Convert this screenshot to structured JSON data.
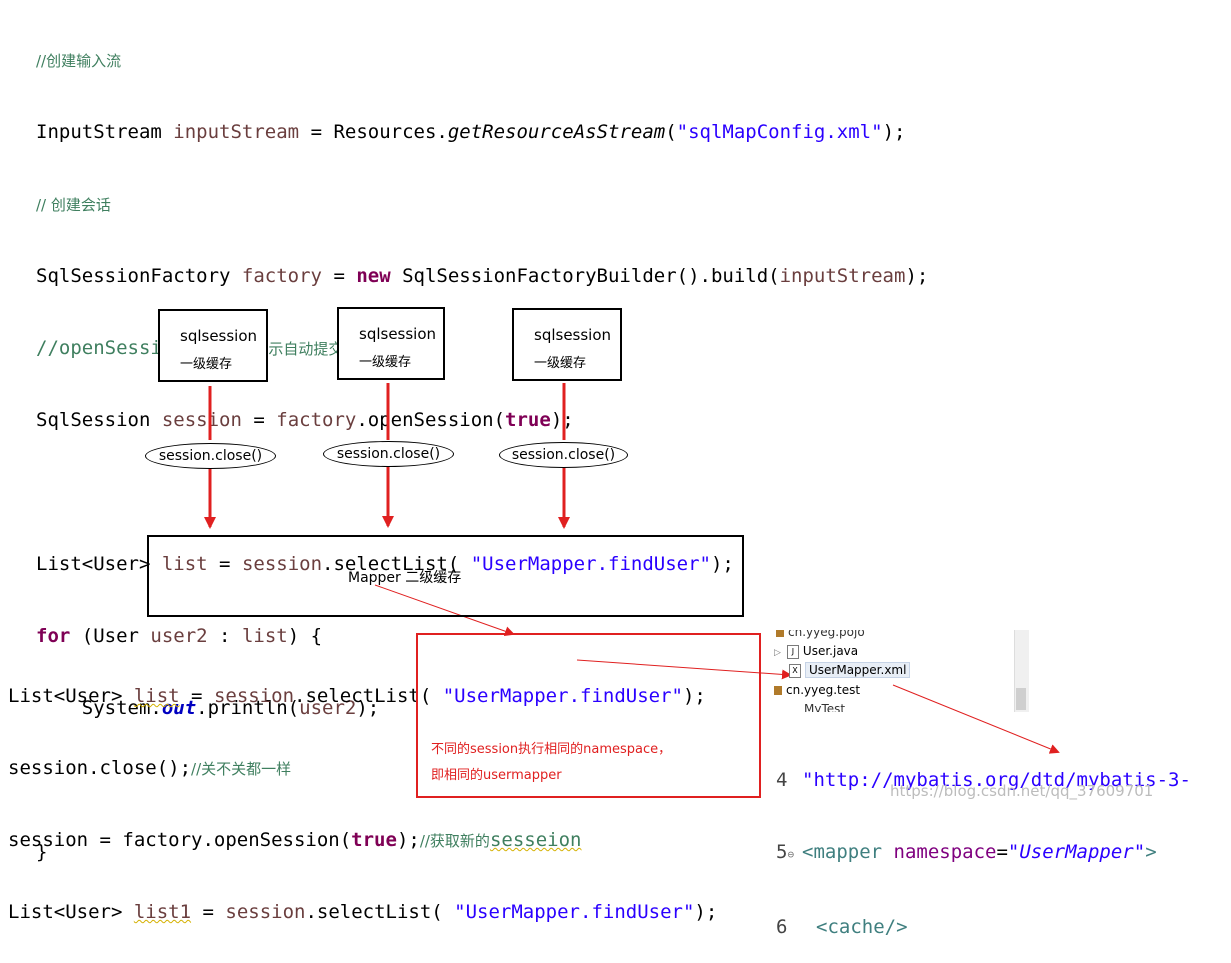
{
  "code_top": {
    "comment1": "//创建输入流",
    "line1": {
      "type": "InputStream",
      "var": "inputStream",
      "eq": " = Resources.",
      "method": "getResourceAsStream",
      "open": "(",
      "str": "\"sqlMapConfig.xml\"",
      "close": ");"
    },
    "comment2": "// 创建会话",
    "line2": {
      "type": "SqlSessionFactory",
      "var": "factory",
      "eq": " = ",
      "kw": "new",
      "rest": " SqlSessionFactoryBuilder().build(",
      "arg": "inputStream",
      "close": ");"
    },
    "comment3_code": "//openSession(true)",
    "comment3_cn": "表示自动提交",
    "line3": {
      "type": "SqlSession",
      "var": "session",
      "eq": " = ",
      "obj": "factory",
      "call": ".openSession(",
      "kw": "true",
      "close": ");"
    },
    "line4": {
      "type": "List<User>",
      "var": "list",
      "eq": " = ",
      "obj": "session",
      "call": ".selectList( ",
      "str": "\"UserMapper.findUser\"",
      "close": ");"
    },
    "line5": {
      "kw": "for",
      "open": " (User ",
      "var": "user2",
      "mid": " : ",
      "var2": "list",
      "close": ") {"
    },
    "line6": {
      "pre": "    System.",
      "field": "out",
      "call": ".println(",
      "var": "user2",
      "close": ");"
    },
    "line7": "}"
  },
  "diagram": {
    "sessions": [
      {
        "title": "sqlsession",
        "subtitle": "一级缓存"
      },
      {
        "title": "sqlsession",
        "subtitle": "一级缓存"
      },
      {
        "title": "sqlsession",
        "subtitle": "一级缓存"
      }
    ],
    "close_label": "session.close()",
    "mapper_label": "Mapper 二级缓存"
  },
  "code_bottom": {
    "line1": {
      "type": "List<User> ",
      "var": "list",
      "eq": " = ",
      "obj": "session",
      "call": ".selectList( ",
      "str": "\"UserMapper.findUser\"",
      "close": ");"
    },
    "line2": {
      "code": "session.close();",
      "comment": "//关不关都一样"
    },
    "line3": {
      "pre": "session = factory.openSession(",
      "kw": "true",
      "mid": ");",
      "comment": "//获取新的",
      "comment2": "sesseion"
    },
    "line4": {
      "type": "List<User> ",
      "var": "list1",
      "eq": " = ",
      "obj": "session",
      "call": ".selectList( ",
      "str": "\"UserMapper.findUser\"",
      "close": ");"
    }
  },
  "note": {
    "line1": "不同的session执行相同的namespace，",
    "line2": "即相同的usermapper"
  },
  "tree": {
    "pkg_top": "cn.yyeg.pojo",
    "file1": "User.java",
    "file2": "UserMapper.xml",
    "pkg_test": "cn.yyeg.test",
    "pkg_bottom": "MyTest"
  },
  "xml": {
    "l4": {
      "num": "4",
      "text": "\"http://mybatis.org/dtd/mybatis-3-"
    },
    "l5": {
      "num": "5",
      "marker": "⊖",
      "open": "<mapper ",
      "attr": "namespace",
      "eq": "=",
      "val": "\"UserMapper\"",
      "close": ">"
    },
    "l6": {
      "num": "6",
      "tag": "<cache/>"
    }
  },
  "watermark": "https://blog.csdn.net/qq_37609701",
  "colors": {
    "arrow": "#e02020",
    "comment": "#3f7f5f",
    "keyword": "#7f0055",
    "string": "#2a00ff"
  }
}
